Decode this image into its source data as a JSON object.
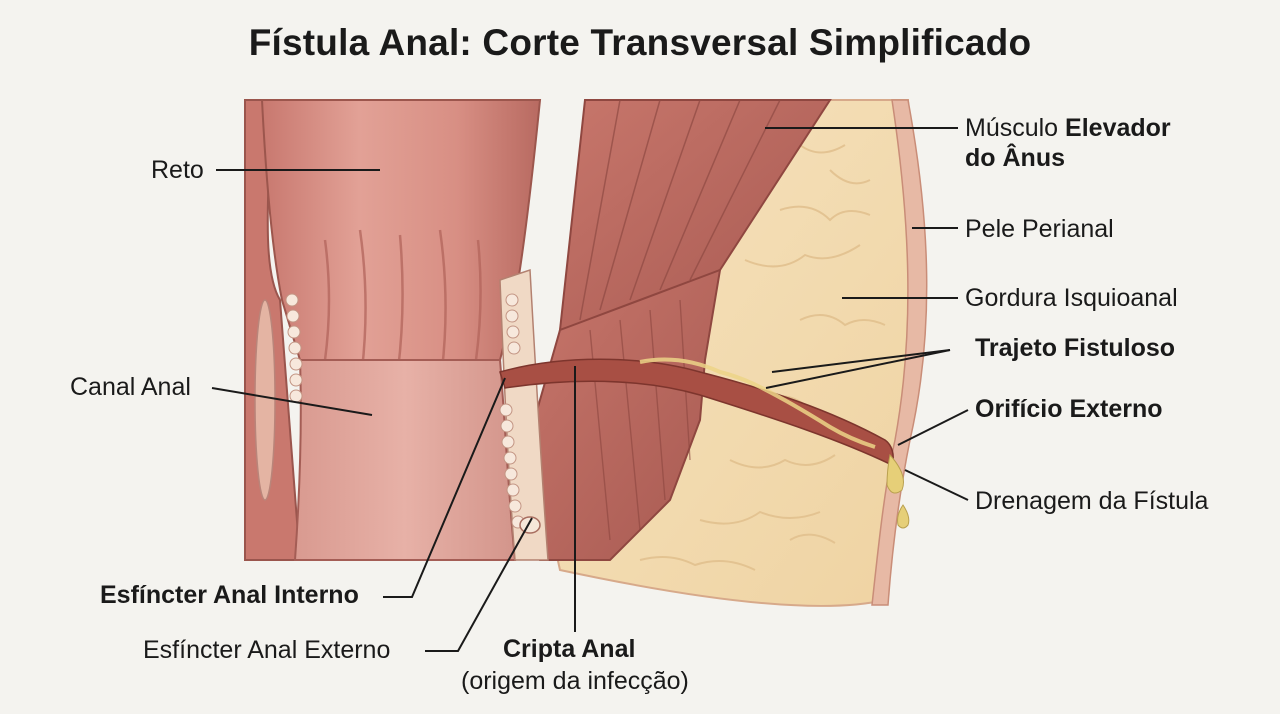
{
  "title": "Fístula Anal: Corte Transversal Simplificado",
  "labels": {
    "reto": "Reto",
    "canal_anal": "Canal Anal",
    "musculo_prefix": "Músculo",
    "musculo_bold_1": "Elevador",
    "musculo_bold_2": "do Ânus",
    "pele": "Pele Perianal",
    "gordura": "Gordura Isquioanal",
    "trajeto": "Trajeto Fistuloso",
    "orificio": "Orifício Externo",
    "drenagem": "Drenagem da Fístula",
    "esf_interno": "Esfíncter Anal Interno",
    "esf_externo": "Esfíncter Anal Externo",
    "cripta": "Cripta Anal",
    "cripta_sub": "(origem da infecção)"
  },
  "colors": {
    "background": "#f4f3ef",
    "mucosa": "#d98f84",
    "muscle": "#b8675e",
    "fat": "#f3dcb2",
    "skin": "#e7b9a5",
    "fistula": "#9c4a3e",
    "pus": "#e6cf78"
  }
}
